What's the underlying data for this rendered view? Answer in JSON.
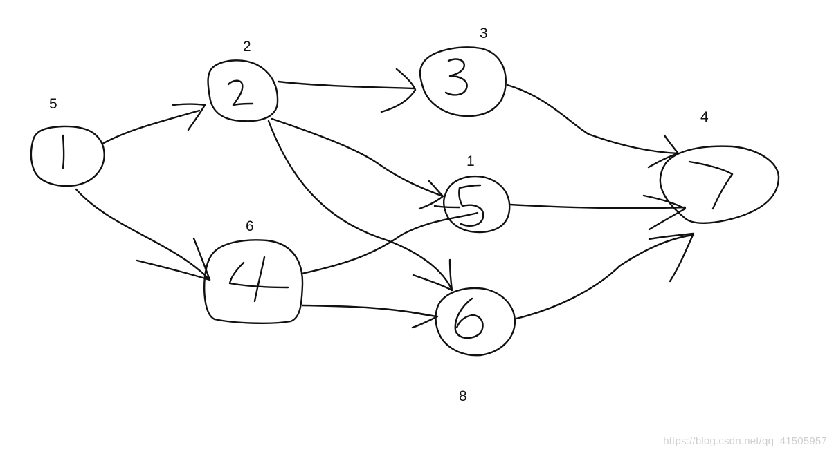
{
  "diagram": {
    "nodes": [
      {
        "id": "n1",
        "label": "1",
        "icon": "handwritten-1"
      },
      {
        "id": "n2",
        "label": "2",
        "icon": "handwritten-2"
      },
      {
        "id": "n3",
        "label": "3",
        "icon": "handwritten-3"
      },
      {
        "id": "n4",
        "label": "4",
        "icon": "handwritten-4"
      },
      {
        "id": "n5",
        "label": "5",
        "icon": "handwritten-5"
      },
      {
        "id": "n6",
        "label": "6",
        "icon": "handwritten-6"
      },
      {
        "id": "n7",
        "label": "7",
        "icon": "handwritten-7"
      }
    ],
    "edges": [
      {
        "from": "1",
        "to": "2"
      },
      {
        "from": "1",
        "to": "4"
      },
      {
        "from": "2",
        "to": "3"
      },
      {
        "from": "2",
        "to": "5"
      },
      {
        "from": "2",
        "to": "6"
      },
      {
        "from": "4",
        "to": "5"
      },
      {
        "from": "4",
        "to": "6"
      },
      {
        "from": "3",
        "to": "7"
      },
      {
        "from": "5",
        "to": "7"
      },
      {
        "from": "6",
        "to": "7"
      }
    ],
    "weights": {
      "node1": "5",
      "node2": "2",
      "node3": "3",
      "node4": "6",
      "node5": "1",
      "node6": "8",
      "node7": "4"
    }
  },
  "watermark": "https://blog.csdn.net/qq_41505957",
  "colors": {
    "ink": "#111111",
    "background": "#ffffff",
    "watermark": "#cfcfcf"
  }
}
